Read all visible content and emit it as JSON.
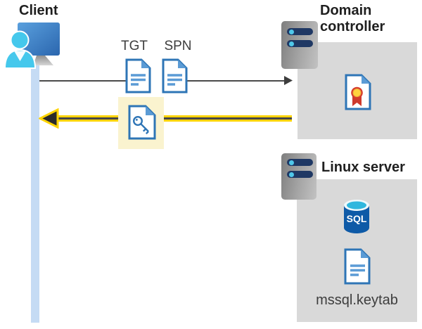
{
  "client": {
    "label": "Client"
  },
  "flow": {
    "tgt_label": "TGT",
    "spn_label": "SPN"
  },
  "domain_controller": {
    "name_line1": "Domain",
    "name_line2": "controller"
  },
  "linux_server": {
    "name": "Linux server",
    "database_label": "SQL",
    "keytab_file": "mssql.keytab"
  },
  "colors": {
    "document_border": "#2E75B6",
    "document_fold": "#5B9BD5",
    "highlight_yellow": "#FAF3CF",
    "arrow_yellow": "#FFD400",
    "arrow_dark": "#474747",
    "server_box_gray": "#D9D9D9",
    "lifeline_blue": "#C5DBF4",
    "user_cyan": "#45C8EC",
    "monitor_blue": "#3B7CC4",
    "sql_blue": "#0E5AA7",
    "certificate_red": "#D63B2B",
    "certificate_yellow": "#FFD23D"
  }
}
